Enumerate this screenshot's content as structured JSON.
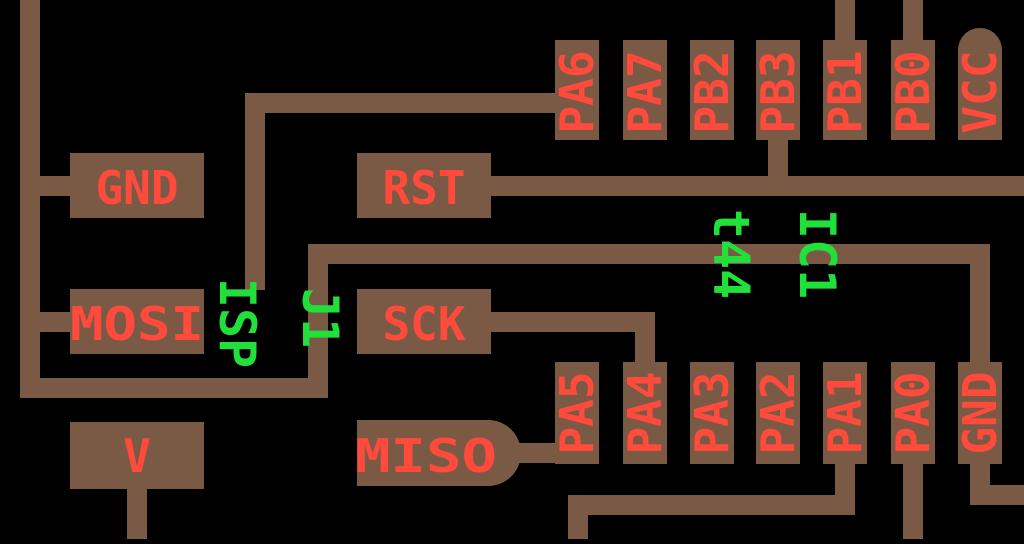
{
  "colors": {
    "background": "#000000",
    "copper": "#7a5a44",
    "pin_label": "#ff4a3c",
    "silkscreen": "#22e03a"
  },
  "isp": {
    "pads": {
      "gnd": "GND",
      "rst": "RST",
      "mosi": "MOSI",
      "sck": "SCK",
      "v": "V",
      "miso": "MISO"
    },
    "designator": "J1",
    "value": "ISP"
  },
  "ic": {
    "designator": "IC1",
    "value": "t44",
    "top_pins": [
      "PA6",
      "PA7",
      "PB2",
      "PB3",
      "PB1",
      "PB0",
      "VCC"
    ],
    "bottom_pins": [
      "PA5",
      "PA4",
      "PA3",
      "PA2",
      "PA1",
      "PA0",
      "GND"
    ]
  }
}
